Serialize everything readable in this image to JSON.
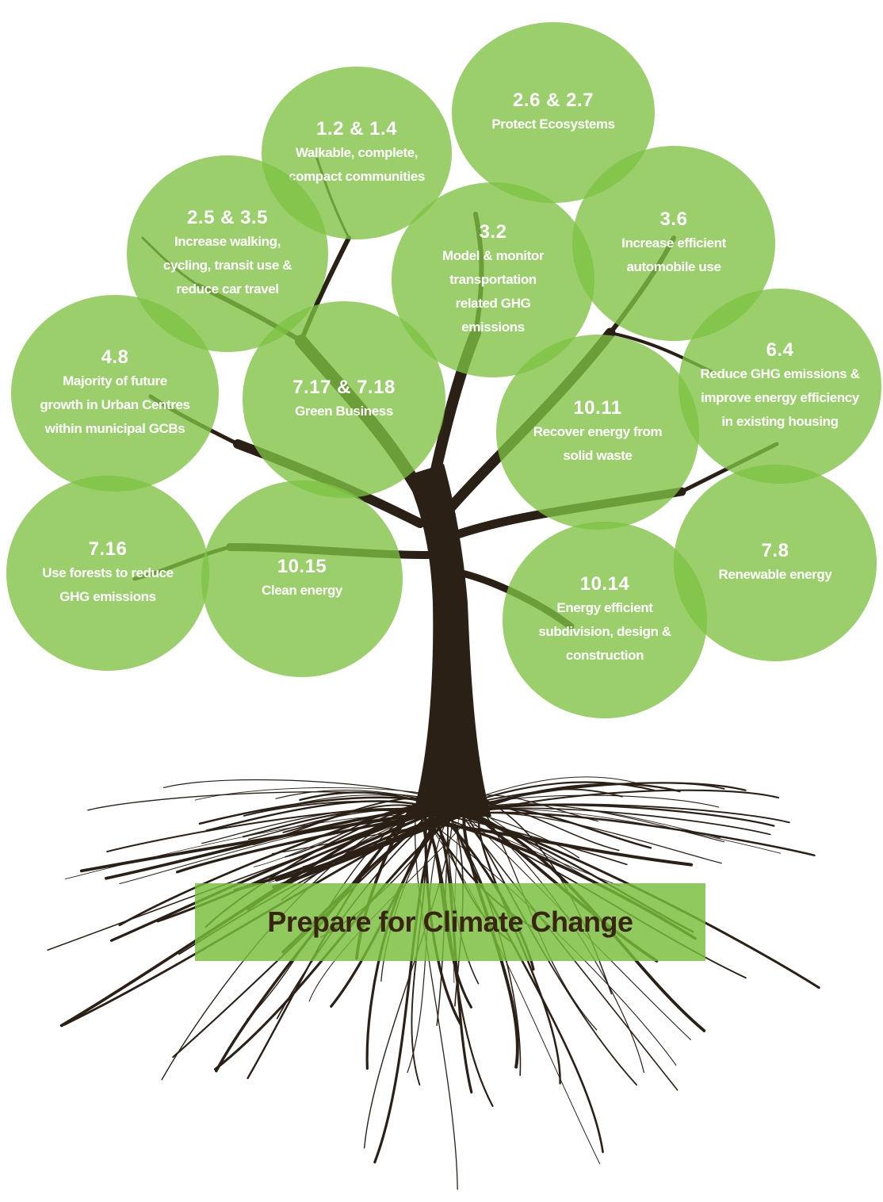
{
  "title": "Prepare for Climate Change",
  "colors": {
    "leaf": "#7ec242",
    "trunk": "#2b2016",
    "title_text": "#3a2512"
  },
  "leaves": [
    {
      "code": "1.2 & 1.4",
      "label": "Walkable, complete,\ncompact communities"
    },
    {
      "code": "2.6 & 2.7",
      "label": "Protect Ecosystems"
    },
    {
      "code": "2.5 & 3.5",
      "label": "Increase walking,\ncycling, transit use &\nreduce car travel"
    },
    {
      "code": "3.2",
      "label": "Model & monitor\ntransportation\nrelated GHG\nemissions"
    },
    {
      "code": "3.6",
      "label": "Increase efficient\nautomobile use"
    },
    {
      "code": "4.8",
      "label": "Majority of future\ngrowth in Urban Centres\nwithin municipal GCBs"
    },
    {
      "code": "7.17 & 7.18",
      "label": "Green Business"
    },
    {
      "code": "10.11",
      "label": "Recover energy from\nsolid waste"
    },
    {
      "code": "6.4",
      "label": "Reduce GHG emissions &\nimprove energy efficiency\nin existing housing"
    },
    {
      "code": "7.16",
      "label": "Use forests to reduce\nGHG emissions"
    },
    {
      "code": "10.15",
      "label": "Clean energy"
    },
    {
      "code": "10.14",
      "label": "Energy efficient\nsubdivision, design &\nconstruction"
    },
    {
      "code": "7.8",
      "label": "Renewable energy"
    }
  ]
}
